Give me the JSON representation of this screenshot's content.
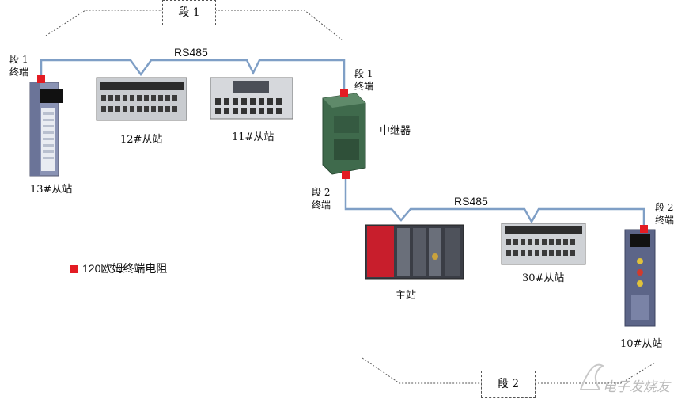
{
  "segments": {
    "seg1_box": "段 1",
    "seg2_box": "段 2"
  },
  "bus_labels": {
    "top": "RS485",
    "bottom": "RS485"
  },
  "terminators": {
    "left_top": [
      "段 1",
      "终端"
    ],
    "repeater_top": [
      "段 1",
      "终端"
    ],
    "repeater_bottom": [
      "段 2",
      "终端"
    ],
    "right_bottom": [
      "段 2",
      "终端"
    ]
  },
  "devices": {
    "station13": "13#从站",
    "station12": "12#从站",
    "station11": "11#从站",
    "repeater": "中继器",
    "master": "主站",
    "station30": "30#从站",
    "station10": "10#从站"
  },
  "legend": {
    "label": "120欧姆终端电阻",
    "color": "#e31c23"
  },
  "watermark": "电子发烧友",
  "colors": {
    "bus": "#7f9fc6",
    "terminator": "#e31c23"
  }
}
